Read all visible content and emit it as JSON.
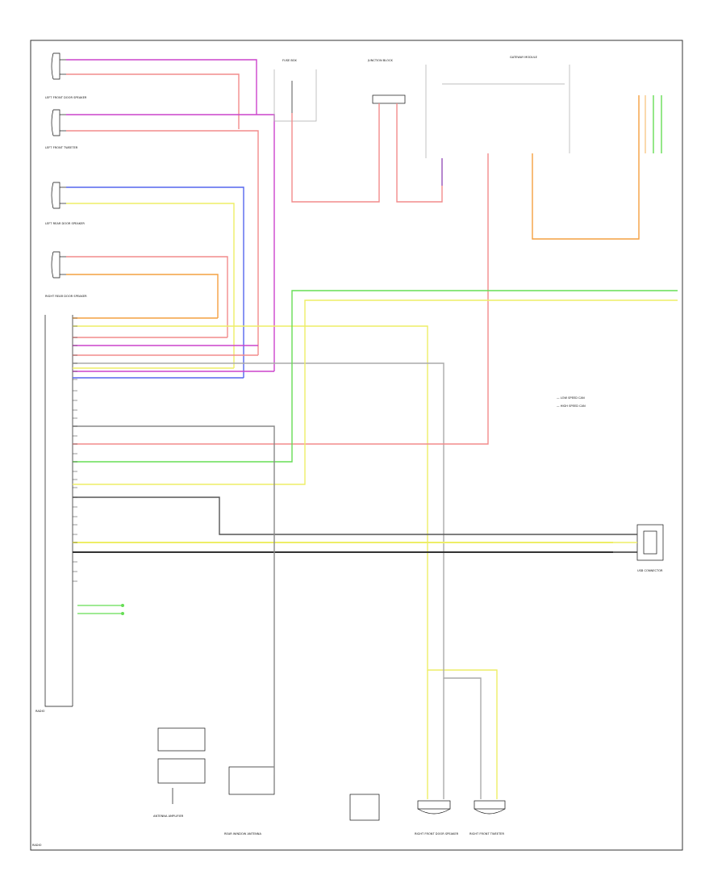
{
  "colors": {
    "pink": "#f28b8b",
    "magenta": "#cc44cc",
    "purple": "#9966cc",
    "blue": "#5566ee",
    "yellow": "#eeee66",
    "orange": "#f4a040",
    "green": "#66dd55",
    "gray": "#7a7a7a",
    "dark": "#333333",
    "light_pink": "#f9b8b8",
    "pale_orange": "#f7c98a"
  },
  "diagram": {
    "components": [
      {
        "id": "left-front-door-speaker",
        "label": "LEFT FRONT DOOR SPEAKER"
      },
      {
        "id": "left-front-door-tweeter",
        "label": "LEFT FRONT TWEETER"
      },
      {
        "id": "left-rear-door-speaker",
        "label": "LEFT REAR DOOR SPEAKER"
      },
      {
        "id": "right-rear-door-speaker",
        "label": "RIGHT REAR DOOR SPEAKER"
      },
      {
        "id": "radio",
        "label": "RADIO"
      },
      {
        "id": "fuse-relay-box",
        "label": "FUSE BOX"
      },
      {
        "id": "jb",
        "label": "JUNCTION BLOCK"
      },
      {
        "id": "gateway-module",
        "label": "GATEWAY MODULE"
      },
      {
        "id": "antenna-amplifier",
        "label": "ANTENNA AMPLIFIER"
      },
      {
        "id": "right-front-door-speaker",
        "label": "RIGHT FRONT DOOR SPEAKER"
      },
      {
        "id": "right-front-tweeter",
        "label": "RIGHT FRONT TWEETER"
      },
      {
        "id": "rear-window-antenna",
        "label": "REAR WINDOW ANTENNA"
      },
      {
        "id": "usb-connector",
        "label": "USB CONNECTOR"
      }
    ],
    "legend": [
      "— LOW SPEED CAN",
      "— HIGH SPEED CAN"
    ],
    "footer": "RADIO"
  }
}
